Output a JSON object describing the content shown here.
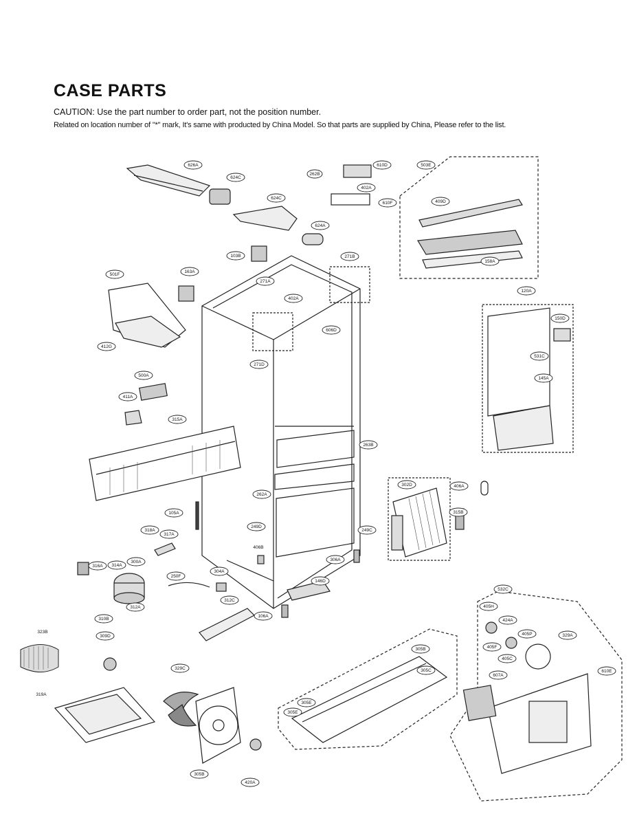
{
  "header": {
    "title": "CASE PARTS",
    "caution": "CAUTION: Use the part number to order part, not the position number.",
    "related": "Related on location number of \"*\" mark, It's same with producted by China Model. So that parts are supplied by China, Please refer to the list."
  },
  "labels": [
    "626A",
    "624C",
    "624C",
    "624A",
    "103B",
    "271B",
    "271A",
    "402A",
    "271D",
    "606D",
    "163A",
    "501F",
    "412G",
    "500A",
    "411A",
    "315A",
    "263B",
    "302D",
    "262A",
    "249D",
    "249C",
    "406A",
    "315B",
    "406B",
    "105A",
    "318A",
    "317A",
    "316A",
    "314A",
    "300A",
    "310B",
    "312A",
    "250F",
    "304A",
    "306A",
    "146D",
    "312C",
    "106A",
    "323B",
    "309D",
    "319A",
    "329C",
    "305B",
    "420A",
    "305B",
    "305C",
    "305E",
    "305E",
    "532C",
    "405H",
    "424A",
    "405F",
    "405C",
    "405P",
    "329A",
    "610E",
    "607A",
    "610D",
    "402A",
    "610F",
    "503E",
    "409D",
    "158A",
    "120A",
    "150D",
    "531C",
    "145A",
    "262B"
  ]
}
